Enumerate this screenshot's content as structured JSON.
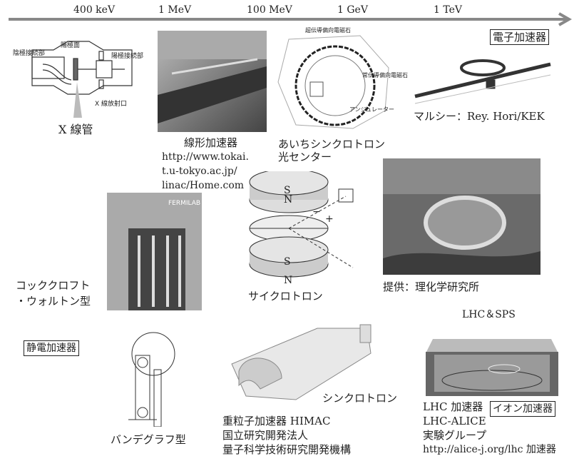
{
  "energy_axis": {
    "ticks": [
      "400 keV",
      "1 MeV",
      "100 MeV",
      "1 GeV",
      "1 TeV"
    ]
  },
  "xray_tube": {
    "labels": {
      "cathode_connector": "陰極接続部",
      "anode_face": "陽極面",
      "anode_connector": "陽極接続部",
      "xray_window": "X 線放射口"
    },
    "caption": "X 線管"
  },
  "linac": {
    "caption": "線形加速器",
    "source_lines": [
      "http://www.tokai.",
      "t.u-tokyo.ac.jp/",
      "linac/Home.com"
    ]
  },
  "aichi": {
    "labels": {
      "superconducting_magnet": "超伝導偏向電磁石",
      "normal_magnet": "常伝導偏向電磁石",
      "undulator": "アンジュレーター"
    },
    "caption_lines": [
      "あいちシンクロトロン",
      "光センター"
    ]
  },
  "electron_accelerator": {
    "category": "電子加速器",
    "credit": "マルシー：Rey. Hori/KEK"
  },
  "riken": {
    "credit": "提供：理化学研究所"
  },
  "cockcroft": {
    "photo_label": "FERMILAB",
    "caption_lines": [
      "コッククロフト",
      "・ウォルトン型"
    ]
  },
  "cyclotron": {
    "pole_labels": [
      "S",
      "N",
      "S",
      "N"
    ],
    "signs": [
      "−",
      "+"
    ],
    "caption": "サイクロトロン"
  },
  "electrostatic": {
    "category": "静電加速器",
    "caption": "バンデグラフ型"
  },
  "himac": {
    "label": "シンクロトロン",
    "caption_lines": [
      "重粒子加速器 HIMAC",
      "国立研究開発法人",
      "量子科学技術研究開発機構"
    ]
  },
  "lhc": {
    "title": "LHC＆SPS",
    "caption_lines": [
      "LHC 加速器",
      "LHC-ALICE",
      "実験グループ",
      "http://alice-j.org/lhc 加速器"
    ],
    "category": "イオン加速器"
  }
}
